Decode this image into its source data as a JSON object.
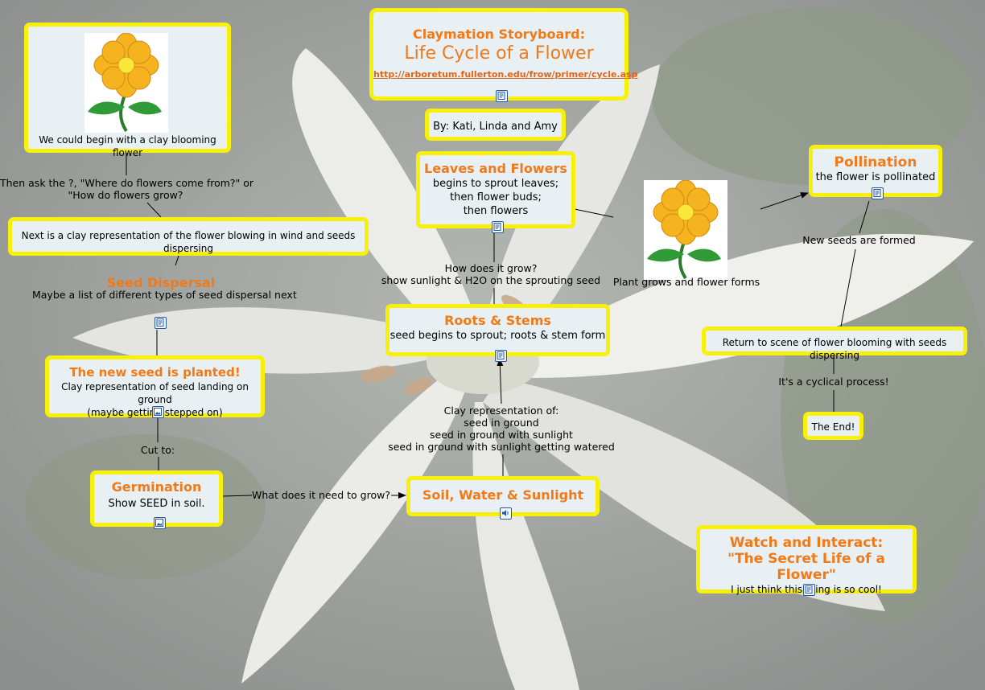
{
  "title_node": {
    "heading": "Claymation Storyboard:",
    "title": "Life Cycle of a Flower",
    "link": "http://arboretum.fullerton.edu/frow/primer/cycle.asp"
  },
  "authors": "By: Kati, Linda and Amy",
  "begin_node": {
    "text": "We could begin with a clay blooming flower"
  },
  "ask_label": {
    "line1": "Then ask the ?, \"Where do flowers come from?\" or",
    "line2": "\"How do flowers grow?"
  },
  "next_node": {
    "text": "Next is a clay representation of the flower blowing in wind and seeds dispersing"
  },
  "seed_dispersal": {
    "title": "Seed Dispersal",
    "text": "Maybe a list of different types of seed dispersal next"
  },
  "planted_node": {
    "title": "The new seed is planted!",
    "line1": "Clay representation of seed landing on ground",
    "line2": "(maybe getting stepped on)"
  },
  "cut_label": "Cut to:",
  "germination_node": {
    "title": "Germination",
    "text": "Show SEED in soil."
  },
  "need_label": "What does it need to grow?",
  "soil_node": {
    "title": "Soil, Water & Sunlight"
  },
  "clay_label": {
    "line1": "Clay representation of:",
    "line2": "seed in ground",
    "line3": "seed in ground with sunlight",
    "line4": "seed in ground with sunlight getting watered"
  },
  "roots_node": {
    "title": "Roots & Stems",
    "text": "seed begins to sprout; roots & stem form"
  },
  "grow_label": {
    "line1": "How does it grow?",
    "line2": "show sunlight & H2O on the sprouting seed"
  },
  "leaves_node": {
    "title": "Leaves and Flowers",
    "line1": "begins to sprout leaves;",
    "line2": "then flower buds;",
    "line3": "then flowers"
  },
  "plant_label": "Plant grows and flower forms",
  "pollination_node": {
    "title": "Pollination",
    "text": "the flower is pollinated"
  },
  "seeds_label": "New seeds are formed",
  "return_node": {
    "text": "Return to scene of flower blooming with seeds dispersing"
  },
  "cyclical_label": "It's a cyclical process!",
  "end_node": {
    "text": "The End!"
  },
  "watch_node": {
    "title1": "Watch and Interact:",
    "title2": "\"The Secret Life of a Flower\"",
    "text": "I just think this thing is so cool!"
  },
  "colors": {
    "node_border": "#f7f00a",
    "node_fill": "#e8f0f3",
    "title_orange": "#f07a1a",
    "icon_blue": "#2457a4"
  }
}
